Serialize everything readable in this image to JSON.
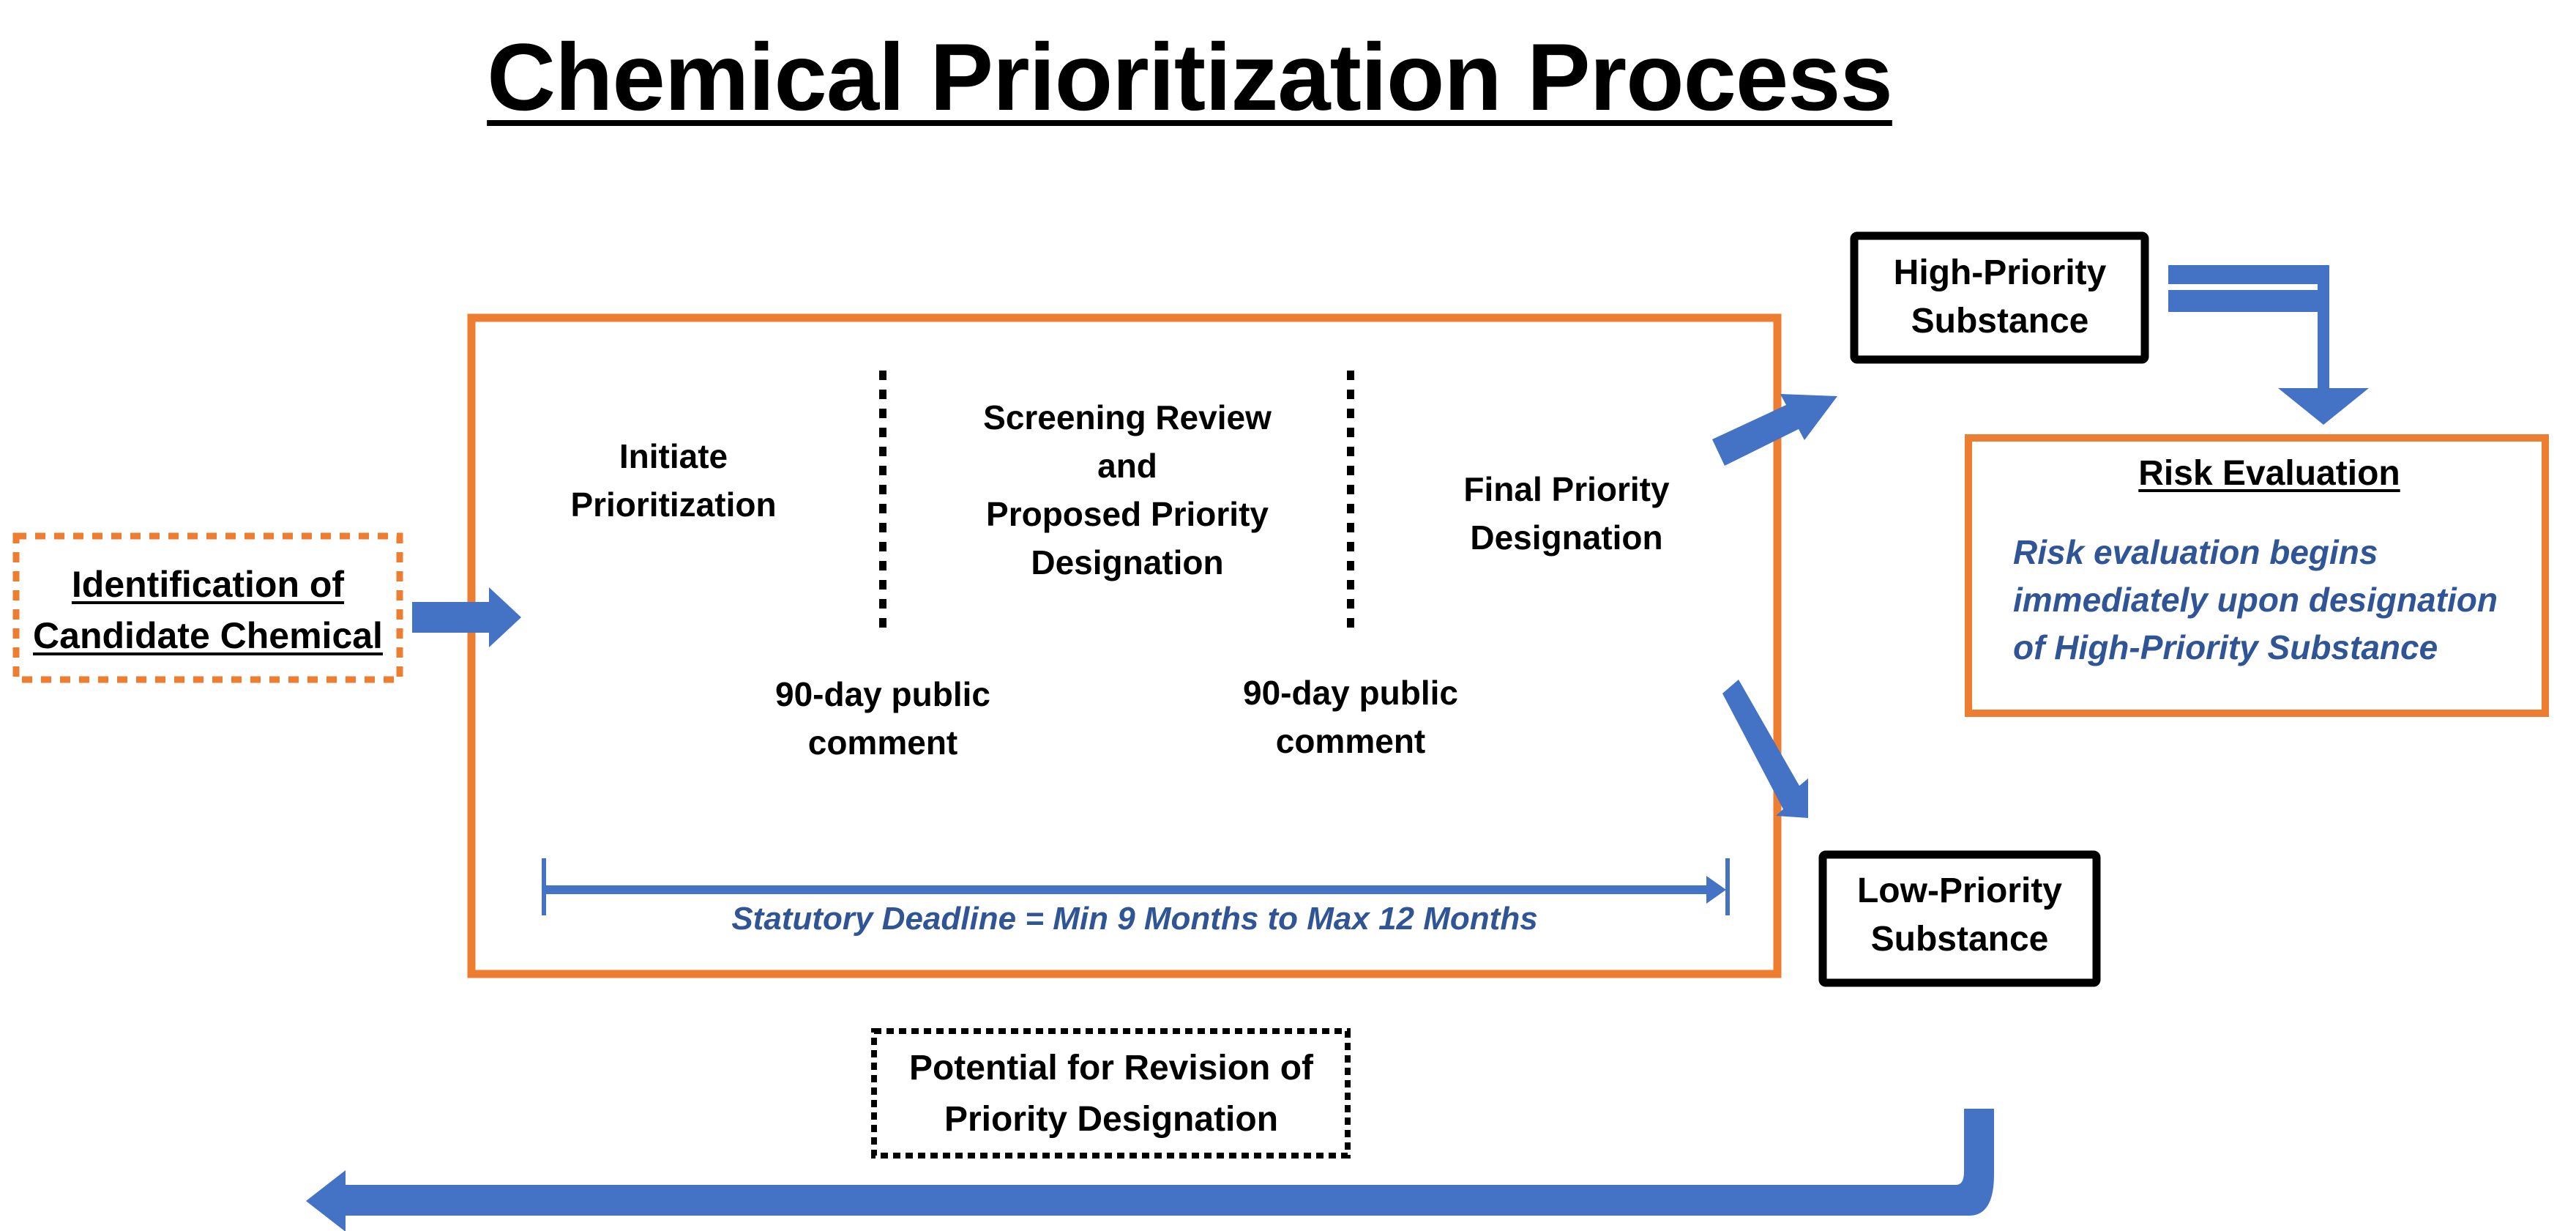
{
  "title": "Chemical Prioritization Process",
  "colors": {
    "orange": "#ED7D31",
    "blue": "#4472C4",
    "dark_blue_text": "#2F5597",
    "black": "#000000"
  },
  "candidate": {
    "line1": "Identification of",
    "line2": "Candidate Chemical"
  },
  "process": {
    "stage1": {
      "line1": "Initiate",
      "line2": "Prioritization"
    },
    "stage2": {
      "line1": "Screening Review",
      "line2": "and",
      "line3": "Proposed Priority",
      "line4": "Designation"
    },
    "stage3": {
      "line1": "Final Priority",
      "line2": "Designation"
    },
    "comment1": {
      "line1": "90-day public",
      "line2": "comment"
    },
    "comment2": {
      "line1": "90-day public",
      "line2": "comment"
    },
    "deadline": "Statutory Deadline = Min 9 Months to Max 12 Months"
  },
  "high_priority": {
    "line1": "High-Priority",
    "line2": "Substance"
  },
  "low_priority": {
    "line1": "Low-Priority",
    "line2": "Substance"
  },
  "risk_evaluation": {
    "heading": "Risk Evaluation",
    "line1": "Risk evaluation begins",
    "line2": "immediately upon designation",
    "line3": "of High-Priority Substance"
  },
  "revision": {
    "line1": "Potential for Revision of",
    "line2": "Priority Designation"
  }
}
